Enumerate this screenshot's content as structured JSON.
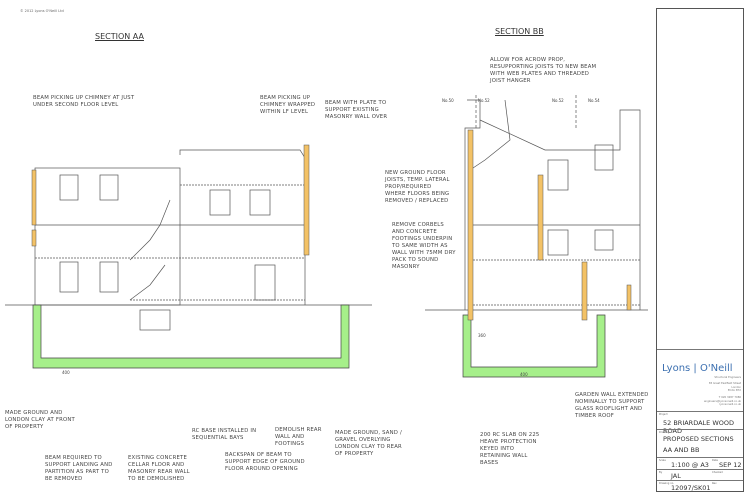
{
  "copyright": "© 2012 Lyons O'Neill Ltd",
  "sections": {
    "aa": {
      "title": "Section AA",
      "dimension": "400",
      "notes": [
        "Beam picking up chimney at just under second floor level",
        "Beam picking up chimney wrapped within LF level",
        "Beam with plate to support existing masonry wall over",
        "Made ground and London clay at front of property",
        "Beam required to support landing and partition as part to be removed",
        "Existing concrete cellar floor and masonry rear wall to be demolished",
        "RC base installed in sequential bays",
        "Backspan of beam to support edge of ground floor around opening",
        "Demolish rear wall and footings",
        "Made ground, sand / gravel overlying London clay to rear of property"
      ]
    },
    "bb": {
      "title": "Section BB",
      "dimension": "400",
      "dimension2": "360",
      "party_labels": [
        "No.50",
        "No.52",
        "No.52",
        "No.54"
      ],
      "notes": [
        "Allow for Acrow prop, resupporting joists to new beam with web plates and threaded joist hanger",
        "New ground floor joists, temp. lateral prop/required where floors being removed / replaced",
        "Remove corbels and concrete footings underpin to same width as wall with 75mm dry pack to sound masonry",
        "Garden wall extended nominally to support glass rooflight and timber roof",
        "200 RC slab on 225 Heave protection keyed into retaining wall bases"
      ]
    }
  },
  "title_block": {
    "company_first": "Lyons",
    "company_second": "O'Neill",
    "company_tagline": "Structural Engineers",
    "address": "85 Great Eastfield Street\nLondon\nEC2A 3HX",
    "contact": "T 020 3287 7080\nengineers@lyonsoneill.co.uk\nlyonsoneill.co.uk",
    "project_label": "Project",
    "project": "52 Briardale Wood Road",
    "drawing_label": "Drawing",
    "drawing_title_1": "Proposed   Sections",
    "drawing_title_2": "AA and BB",
    "scale_label": "Scale",
    "scale": "1:100 @ A3",
    "date_label": "Date",
    "date": "Sep 12",
    "by_label": "By",
    "by": "JAL",
    "checked_label": "Checked",
    "number_label": "Drawing no.",
    "number": "12097/SK01",
    "rev_label": "Rev"
  },
  "colors": {
    "concrete": "#a6ef8a",
    "steel": "#f3c266",
    "line": "#444444",
    "brand": "#3b6fb0"
  }
}
